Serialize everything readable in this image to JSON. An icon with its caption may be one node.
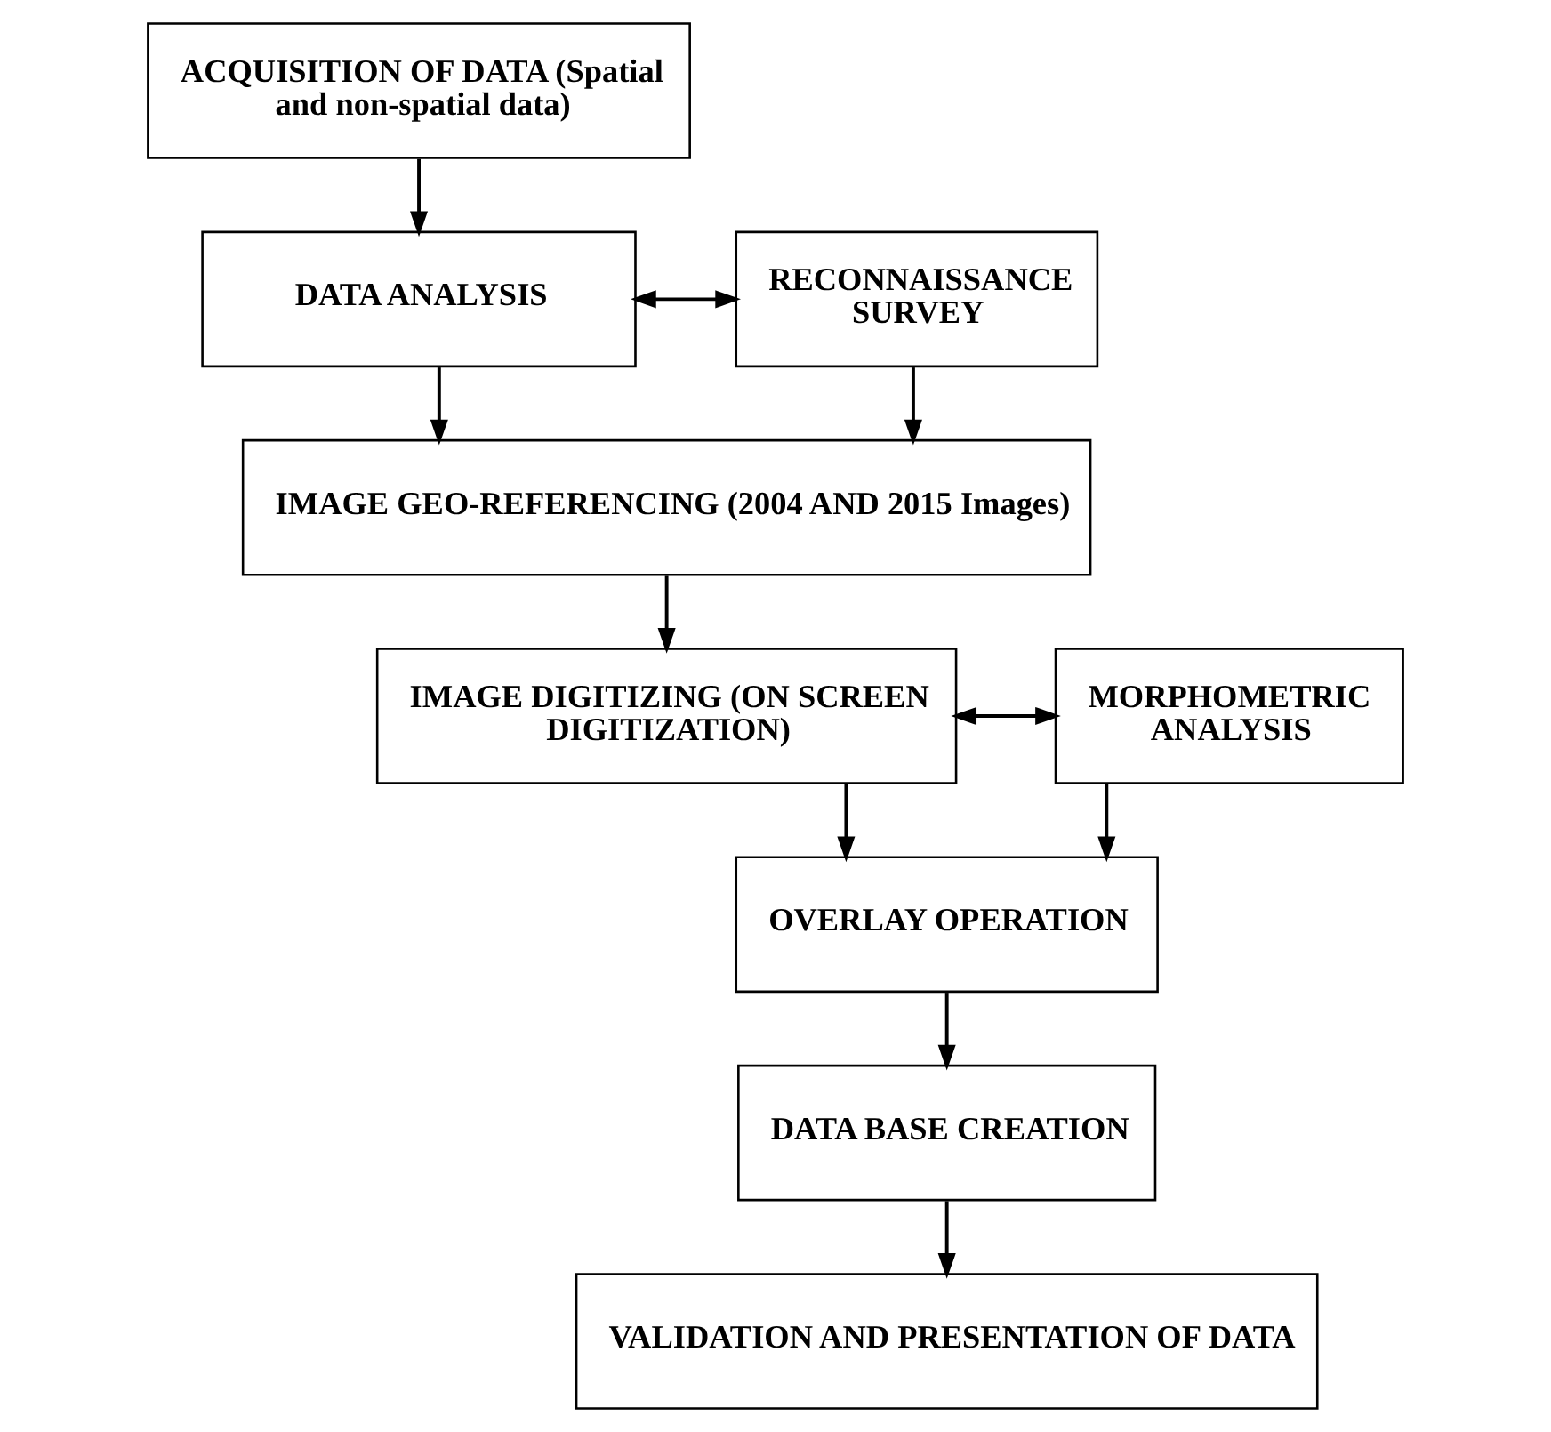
{
  "diagram": {
    "nodes": [
      {
        "text": [
          "ACQUISITION OF DATA (Spatial and non-spatial data)"
        ]
      },
      {
        "text": [
          "DATA ANALYSIS"
        ]
      },
      {
        "text": [
          "RECONNAISSANCE SURVEY"
        ]
      },
      {
        "text": [
          "IMAGE GEO-REFERENCING (2004 AND 2015 Images)"
        ]
      },
      {
        "text": [
          "IMAGE DIGITIZING (ON SCREEN DIGITIZATION)"
        ]
      },
      {
        "text": [
          "MORPHOMETRIC ANALYSIS"
        ]
      },
      {
        "text": [
          "OVERLAY OPERATION"
        ]
      },
      {
        "text": [
          "DATA BASE CREATION"
        ]
      },
      {
        "text": [
          "VALIDATION AND PRESENTATION OF DATA"
        ]
      }
    ],
    "edges": [
      {
        "from": 0,
        "to": 1,
        "arrow": "to"
      },
      {
        "from": 1,
        "to": 2,
        "arrow": "both"
      },
      {
        "from": 1,
        "to": 3,
        "arrow": "to"
      },
      {
        "from": 2,
        "to": 3,
        "arrow": "to"
      },
      {
        "from": 3,
        "to": 4,
        "arrow": "to"
      },
      {
        "from": 4,
        "to": 5,
        "arrow": "both"
      },
      {
        "from": 4,
        "to": 6,
        "arrow": "to"
      },
      {
        "from": 5,
        "to": 6,
        "arrow": "to"
      },
      {
        "from": 6,
        "to": 7,
        "arrow": "to"
      },
      {
        "from": 7,
        "to": 8,
        "arrow": "to"
      }
    ]
  }
}
